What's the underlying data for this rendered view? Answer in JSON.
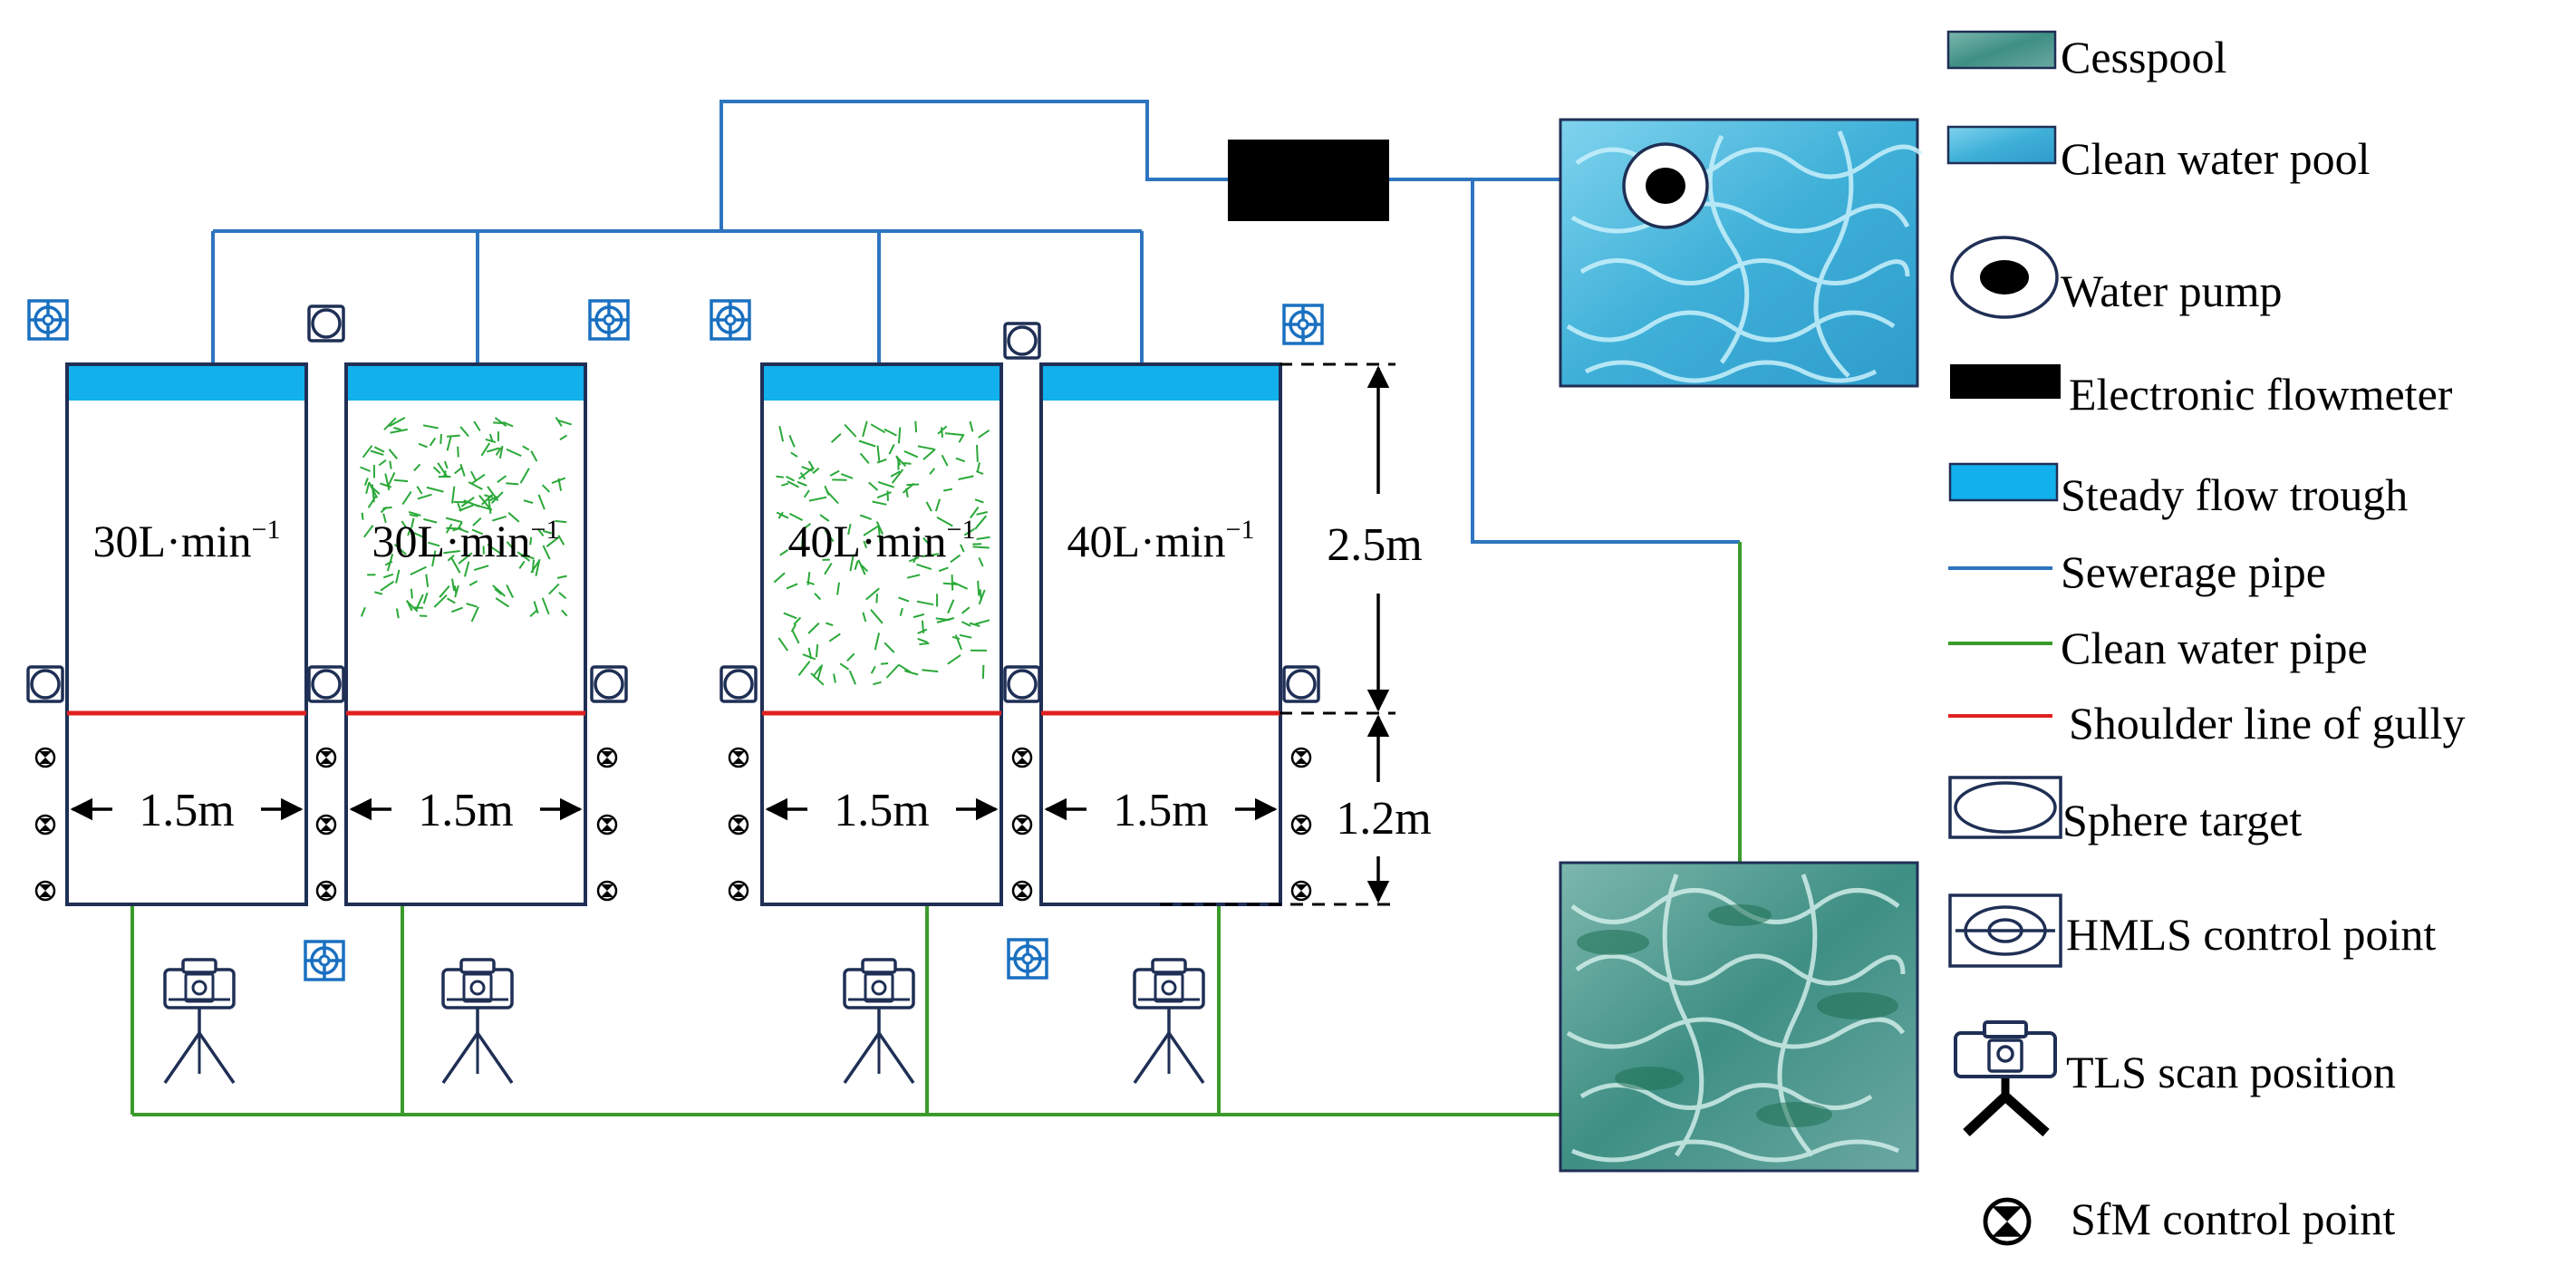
{
  "colors": {
    "sewerage_pipe": "#2e75c0",
    "clean_water_pipe": "#3a9a2a",
    "shoulder_line": "#e02020",
    "steady_flow_trough": "#12b0ec",
    "flowmeter": "#000000",
    "control_point": "#1a70c0",
    "outline": "#1f2f55",
    "grass": "#2aa838",
    "clean_water_pool": "#4cb8dc",
    "cesspool": "#2e7d74"
  },
  "plots": [
    {
      "rate_value": "30L·min",
      "rate_exp": "−1",
      "width_label": "1.5m",
      "vegetated": false
    },
    {
      "rate_value": "30L·min",
      "rate_exp": "−1",
      "width_label": "1.5m",
      "vegetated": true
    },
    {
      "rate_value": "40L·min",
      "rate_exp": "−1",
      "width_label": "1.5m",
      "vegetated": true
    },
    {
      "rate_value": "40L·min",
      "rate_exp": "−1",
      "width_label": "1.5m",
      "vegetated": false
    }
  ],
  "dimensions": {
    "upper_height": "2.5m",
    "lower_height": "1.2m"
  },
  "legend": {
    "cesspool": "Cesspool",
    "clean_water_pool": "Clean water pool",
    "water_pump": "Water pump",
    "electronic_flowmeter": "Electronic flowmeter",
    "steady_flow_trough": "Steady flow trough",
    "sewerage_pipe": "Sewerage pipe",
    "clean_water_pipe": "Clean water pipe",
    "shoulder_line": "Shoulder line of gully",
    "sphere_target": "Sphere target",
    "hmls_control_point": "HMLS control point",
    "tls_scan_position": "TLS scan position",
    "sfm_control_point": "SfM control point"
  }
}
